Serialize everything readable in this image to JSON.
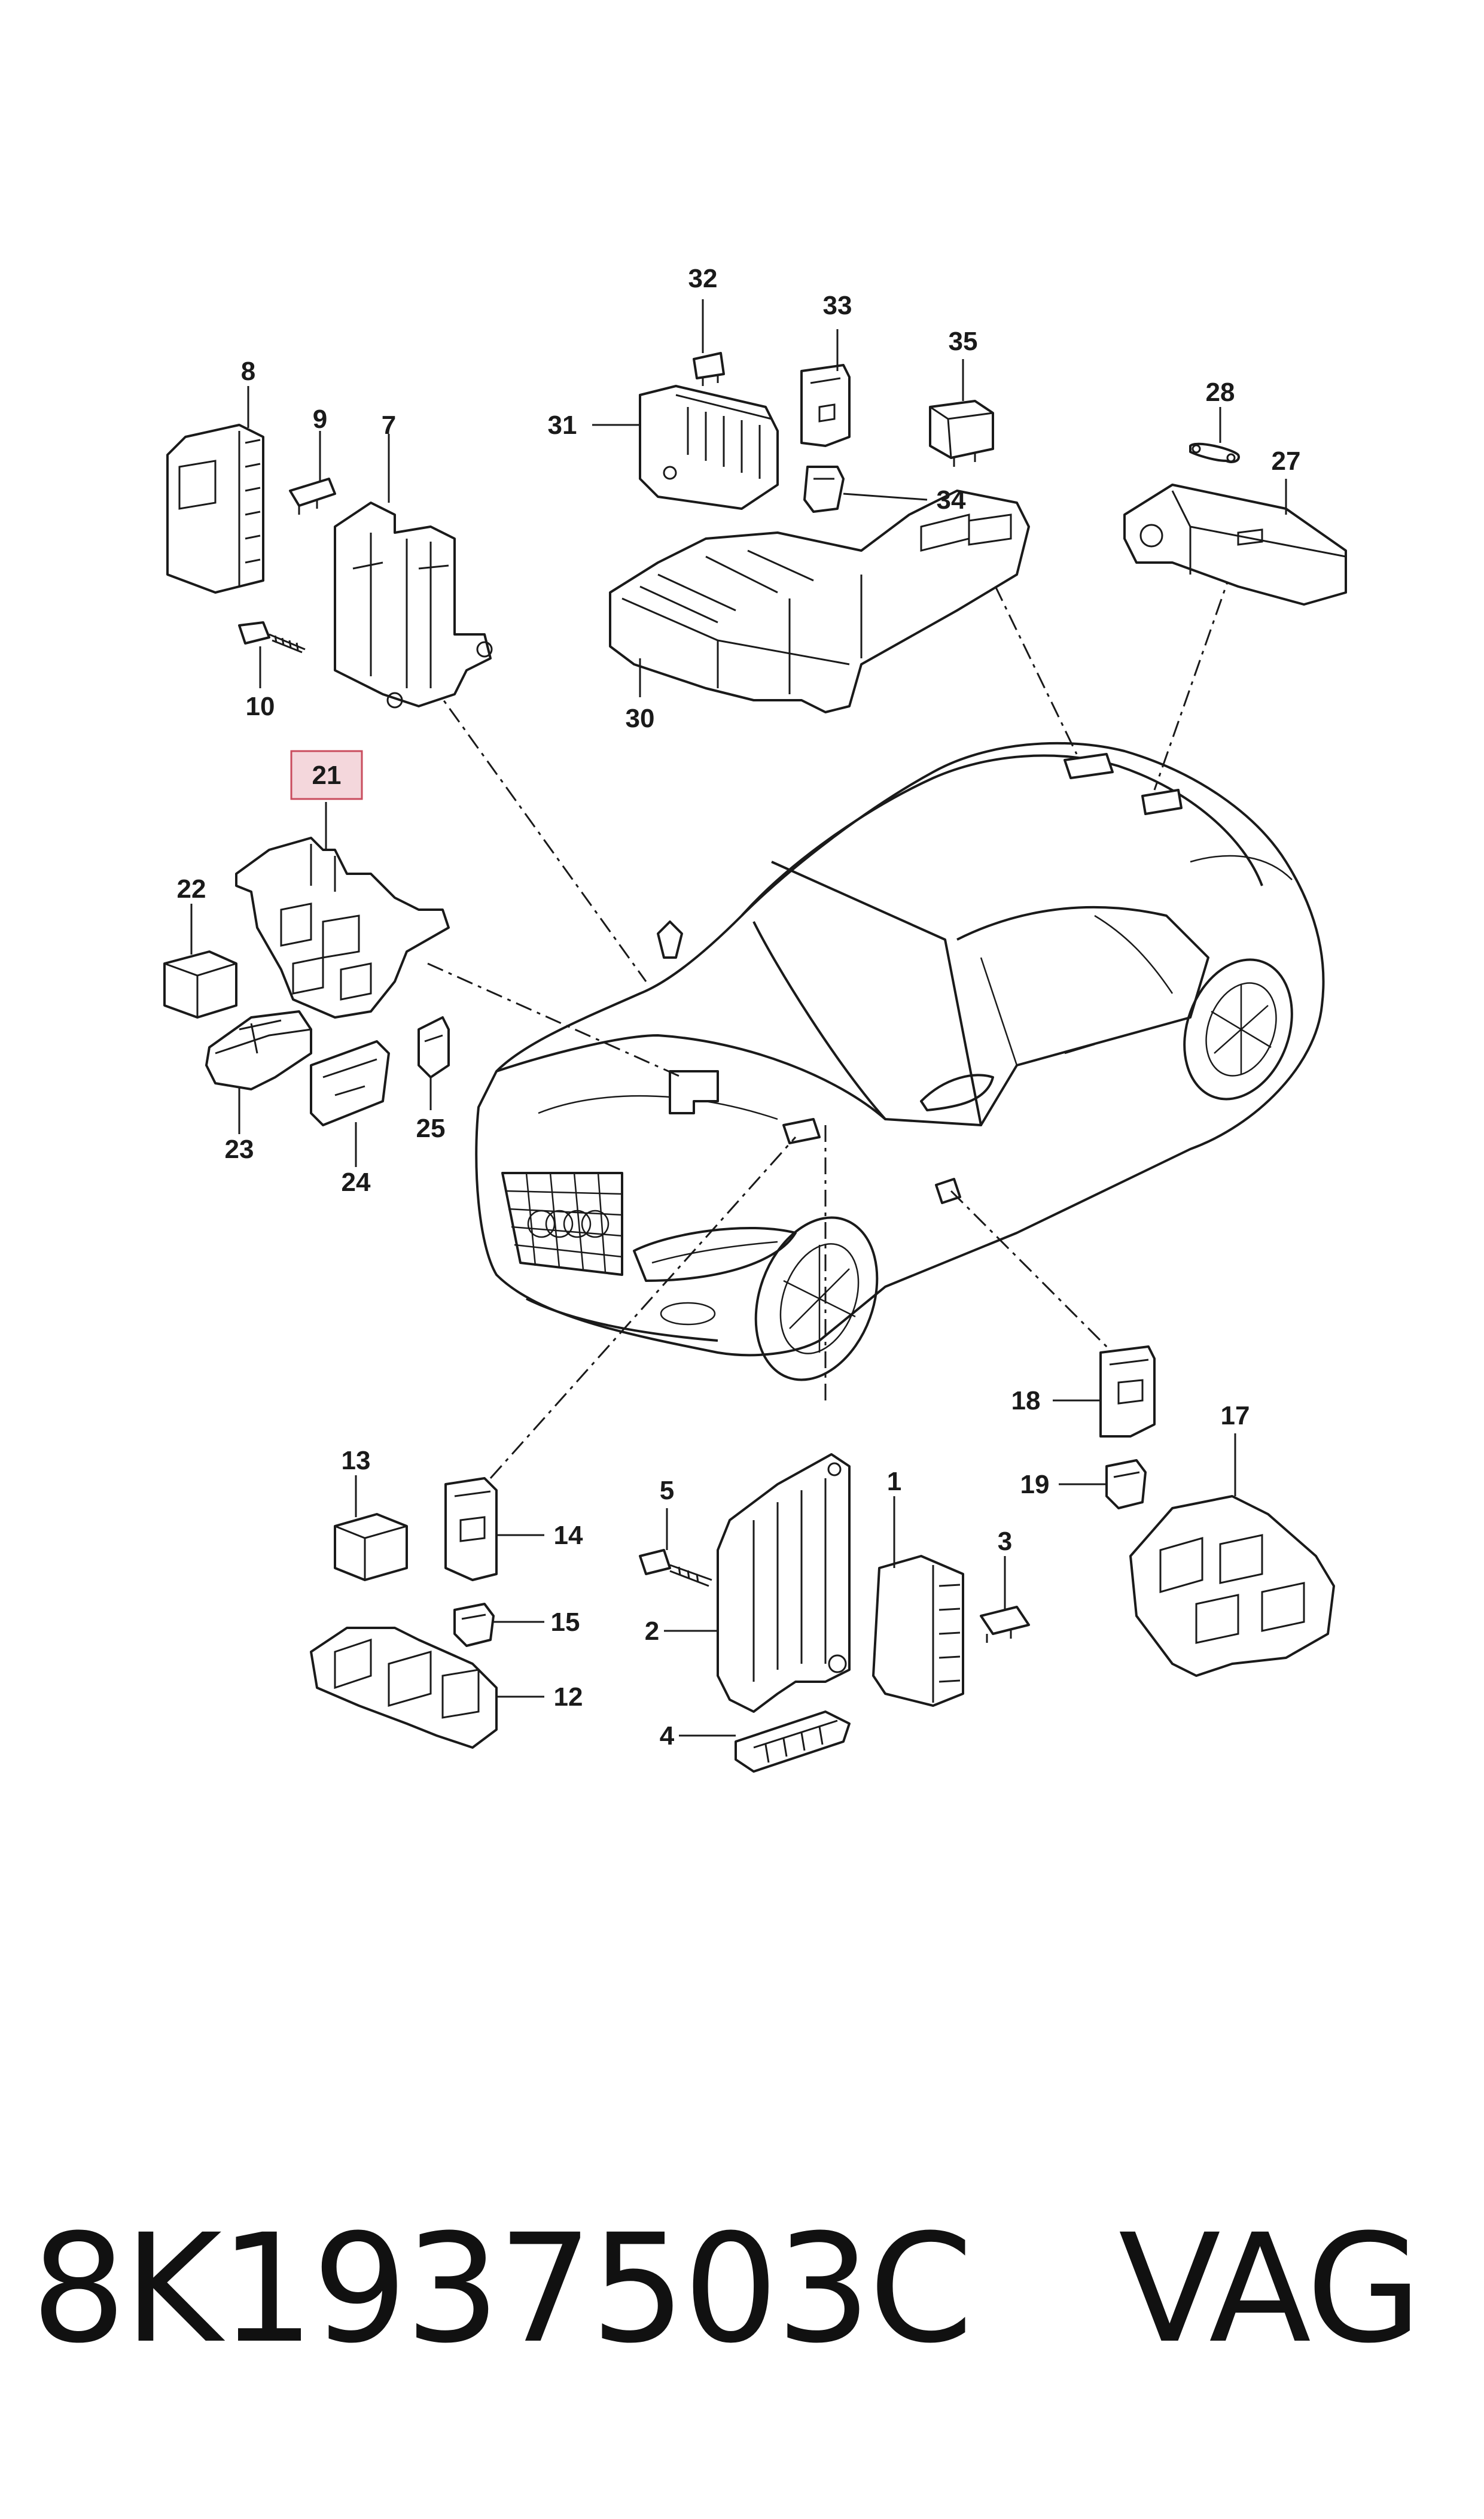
{
  "callouts": {
    "c1": "1",
    "c2": "2",
    "c3": "3",
    "c4": "4",
    "c5": "5",
    "c7": "7",
    "c8": "8",
    "c9": "9",
    "c10": "10",
    "c12": "12",
    "c13": "13",
    "c14": "14",
    "c15": "15",
    "c17": "17",
    "c18": "18",
    "c19": "19",
    "c21": "21",
    "c22": "22",
    "c23": "23",
    "c24": "24",
    "c25": "25",
    "c27": "27",
    "c28": "28",
    "c30": "30",
    "c31": "31",
    "c32": "32",
    "c33": "33",
    "c34": "34",
    "c35": "35"
  },
  "highlighted_callout": "21",
  "highlight_color": "#f4d7dc",
  "footer": {
    "part_number": "8K1937503C",
    "brand": "VAG"
  }
}
